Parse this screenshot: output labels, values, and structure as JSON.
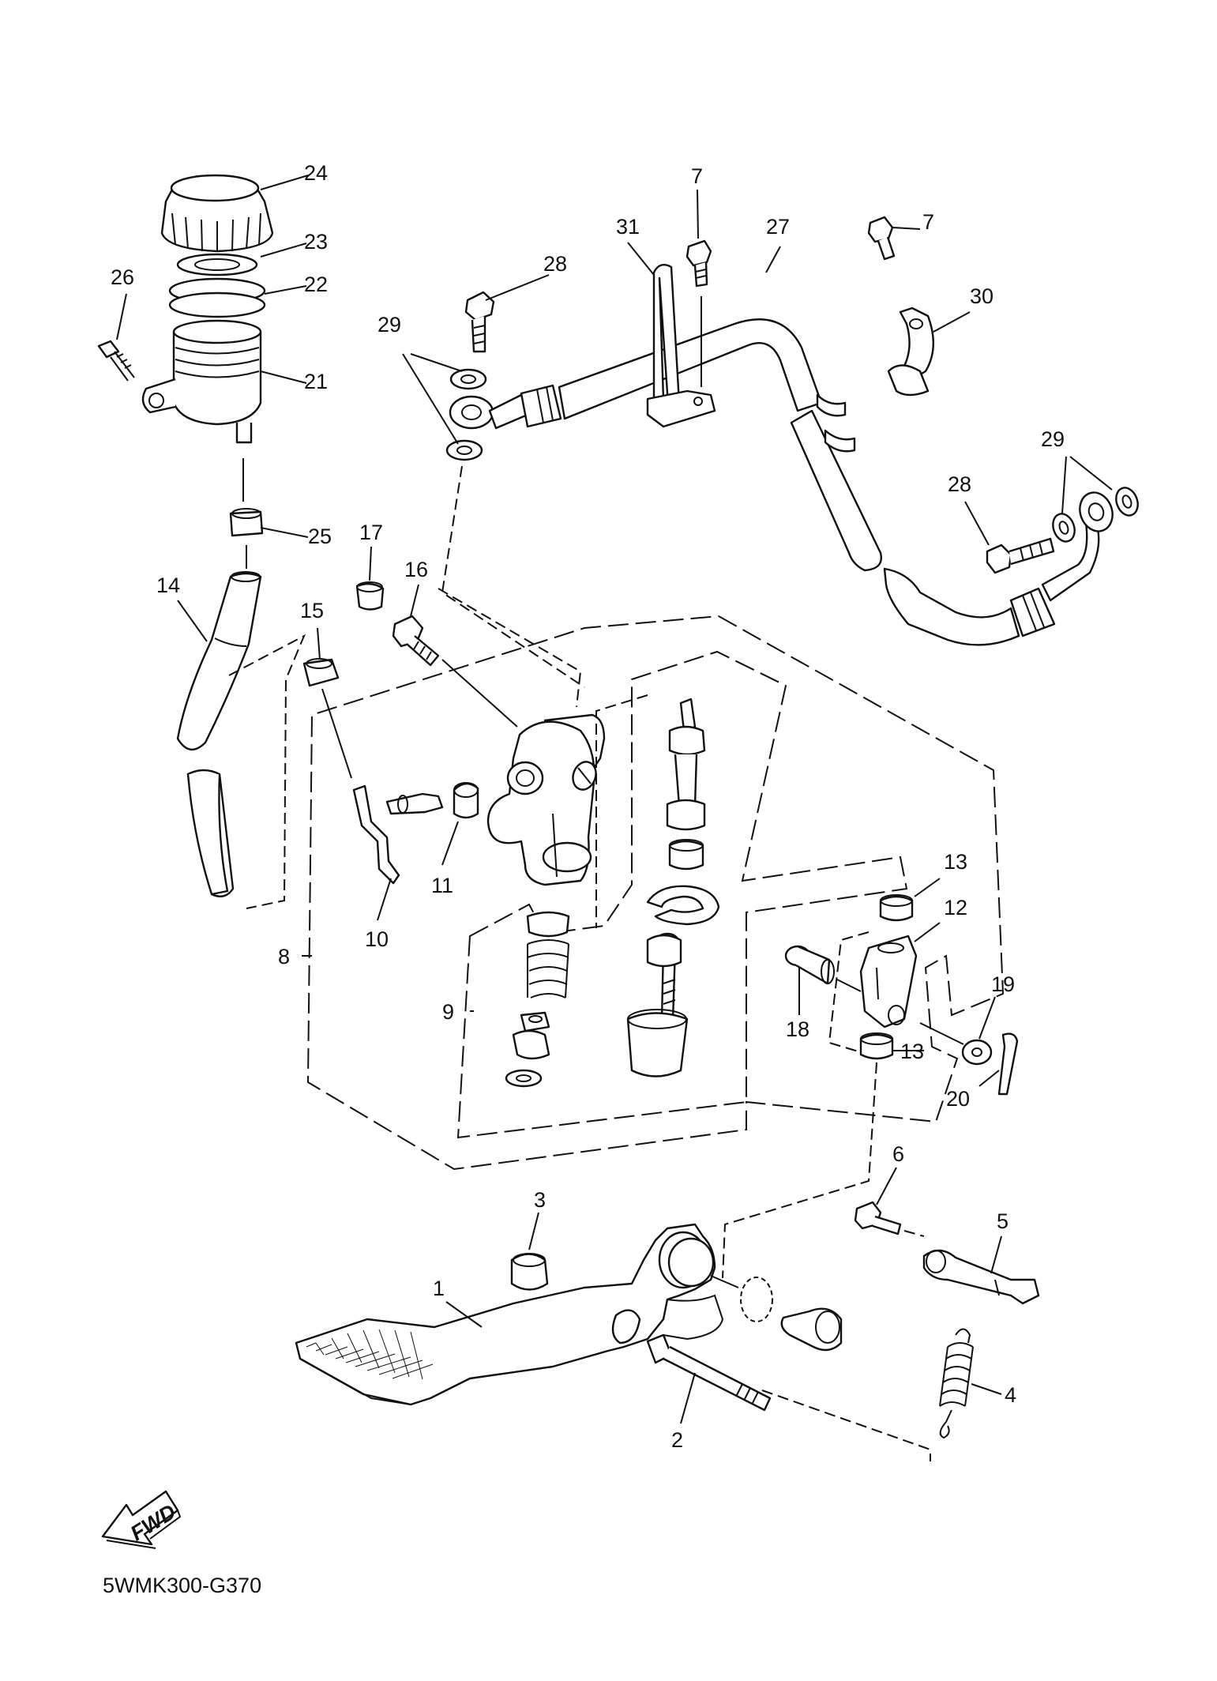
{
  "diagram": {
    "code": "5WMK300-G370",
    "fwd_label": "FWD",
    "callouts": [
      {
        "id": "c24",
        "text": "24"
      },
      {
        "id": "c23",
        "text": "23"
      },
      {
        "id": "c22",
        "text": "22"
      },
      {
        "id": "c26",
        "text": "26"
      },
      {
        "id": "c21",
        "text": "21"
      },
      {
        "id": "c25",
        "text": "25"
      },
      {
        "id": "c14",
        "text": "14"
      },
      {
        "id": "c15",
        "text": "15"
      },
      {
        "id": "c17",
        "text": "17"
      },
      {
        "id": "c16",
        "text": "16"
      },
      {
        "id": "c29a",
        "text": "29"
      },
      {
        "id": "c28a",
        "text": "28"
      },
      {
        "id": "c31",
        "text": "31"
      },
      {
        "id": "c7a",
        "text": "7"
      },
      {
        "id": "c27",
        "text": "27"
      },
      {
        "id": "c7b",
        "text": "7"
      },
      {
        "id": "c30",
        "text": "30"
      },
      {
        "id": "c29b",
        "text": "29"
      },
      {
        "id": "c28b",
        "text": "28"
      },
      {
        "id": "c11",
        "text": "11"
      },
      {
        "id": "c10",
        "text": "10"
      },
      {
        "id": "c8",
        "text": "8"
      },
      {
        "id": "c9",
        "text": "9"
      },
      {
        "id": "c13a",
        "text": "13"
      },
      {
        "id": "c12",
        "text": "12"
      },
      {
        "id": "c18",
        "text": "18"
      },
      {
        "id": "c13b",
        "text": "13"
      },
      {
        "id": "c19",
        "text": "19"
      },
      {
        "id": "c20",
        "text": "20"
      },
      {
        "id": "c6",
        "text": "6"
      },
      {
        "id": "c5",
        "text": "5"
      },
      {
        "id": "c3",
        "text": "3"
      },
      {
        "id": "c1",
        "text": "1"
      },
      {
        "id": "c2",
        "text": "2"
      },
      {
        "id": "c4",
        "text": "4"
      }
    ]
  }
}
